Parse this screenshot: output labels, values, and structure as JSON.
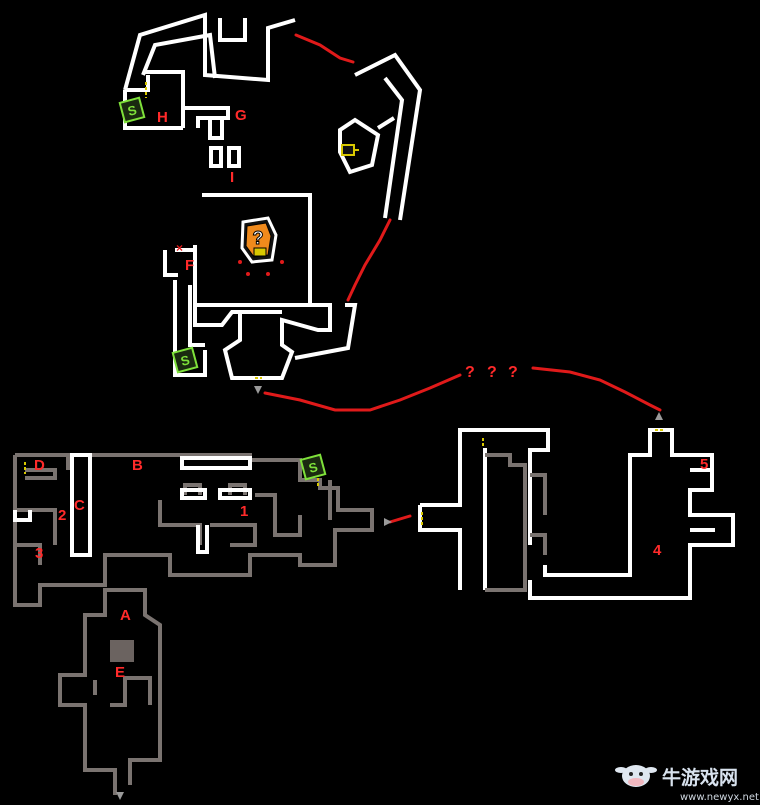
{
  "map": {
    "area_labels": {
      "A": "A",
      "B": "B",
      "C": "C",
      "D": "D",
      "E": "E",
      "F": "F",
      "G": "G",
      "H": "H",
      "I": "I",
      "n1": "1",
      "n2": "2",
      "n3": "3",
      "n4": "4",
      "n5": "5"
    },
    "unknown_route_label": [
      "?",
      "?",
      "?"
    ],
    "save_point_icon_text": "S",
    "mystery_icon_text": "?",
    "colors": {
      "background": "#000000",
      "explored_wall": "#ffffff",
      "unexplored_wall": "#7a7370",
      "route_line": "#e01a1a",
      "label": "#ff2a2a",
      "save_point": "#7ee03a",
      "door": "#d8c800",
      "mystery_orange": "#f08a1c"
    },
    "icons": [
      "save-point-icon",
      "mystery-item-icon",
      "key-item-icon",
      "exit-arrow-icon",
      "close-mark-icon"
    ]
  },
  "watermark": {
    "brand": "牛游戏网",
    "url": "www.newyx.net"
  }
}
